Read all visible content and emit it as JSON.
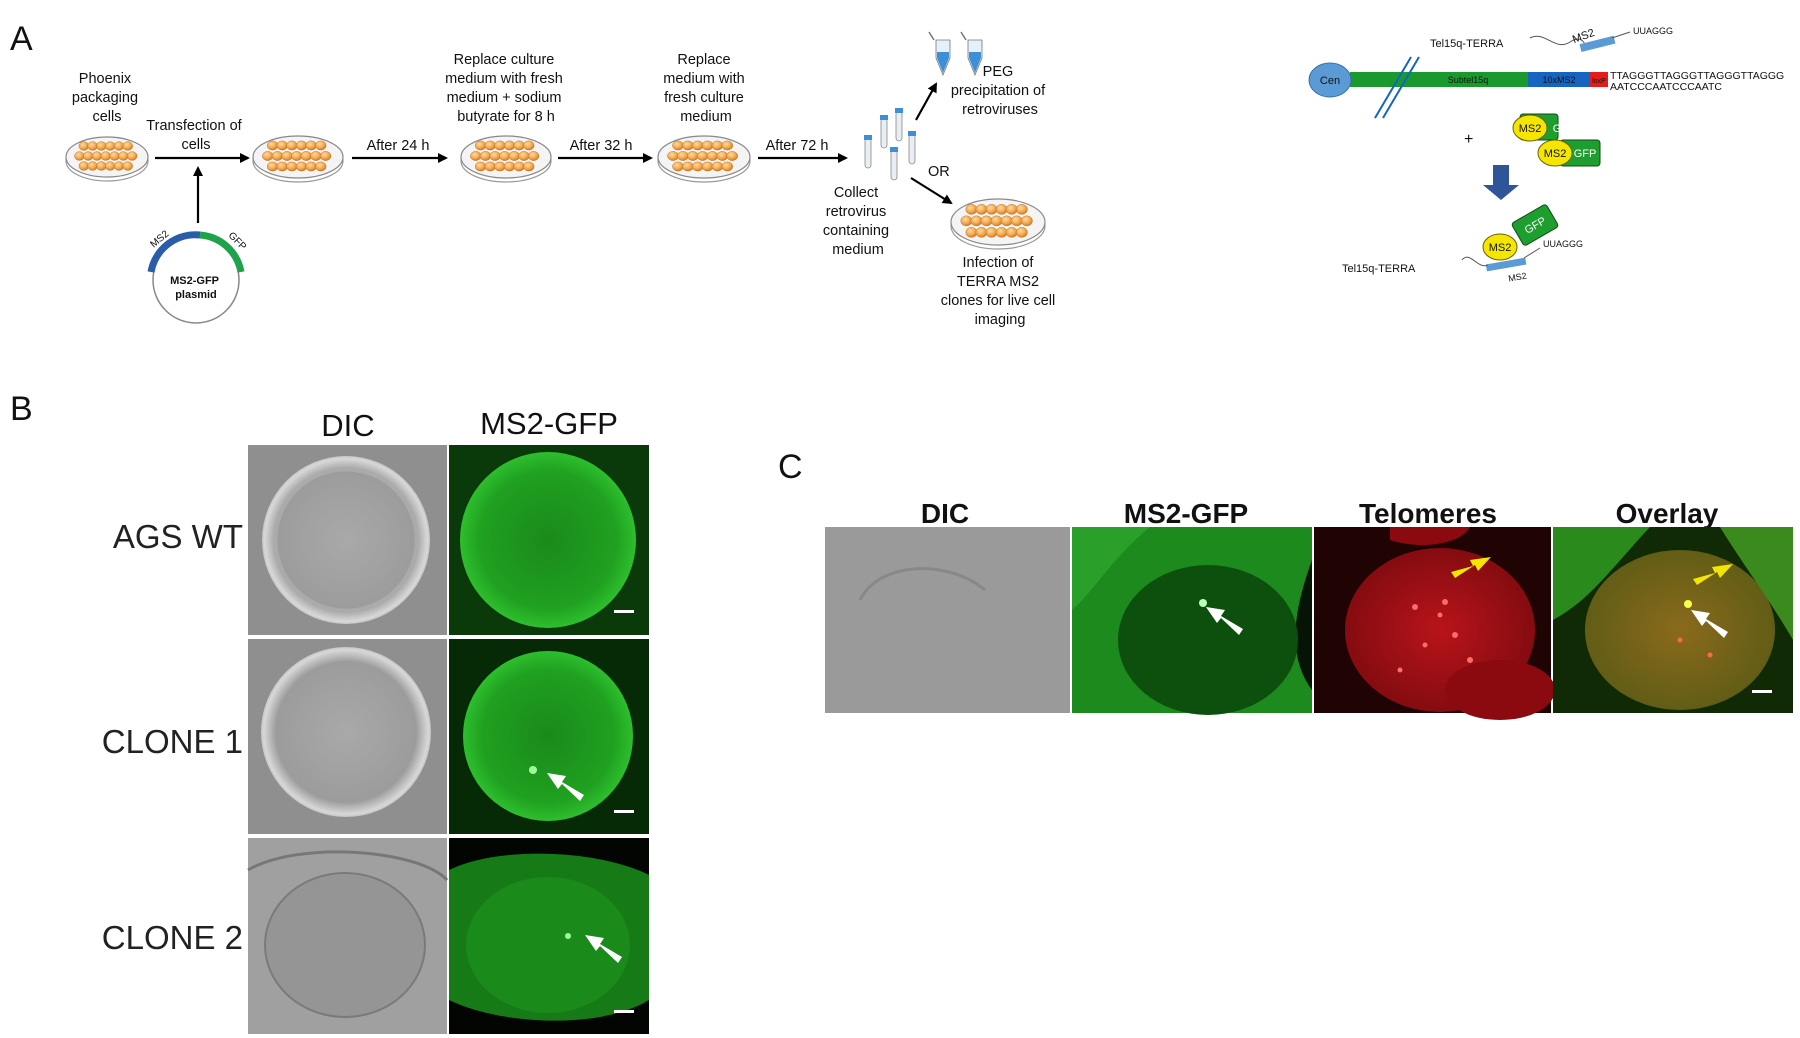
{
  "panels": {
    "a": "A",
    "b": "B",
    "c": "C"
  },
  "workflow": {
    "phoenix": [
      "Phoenix",
      "packaging",
      "cells"
    ],
    "transfection": [
      "Transfection of",
      "cells"
    ],
    "after24": "After 24 h",
    "replace_sodium": [
      "Replace culture",
      "medium with fresh",
      "medium + sodium",
      "butyrate for 8 h"
    ],
    "after32": "After 32 h",
    "replace_fresh": [
      "Replace",
      "medium with",
      "fresh culture",
      "medium"
    ],
    "after72": "After 72 h",
    "collect": [
      "Collect",
      "retrovirus",
      "containing",
      "medium"
    ],
    "peg": [
      "PEG",
      "precipitation of",
      "retroviruses"
    ],
    "or": "OR",
    "infection": [
      "Infection of",
      "TERRA MS2",
      "clones for live cell",
      "imaging"
    ],
    "plasmid": {
      "name": [
        "MS2-GFP",
        "plasmid"
      ],
      "ms2": "MS2",
      "gfp": "GFP"
    }
  },
  "construct": {
    "tel_terra_top": "Tel15q-TERRA",
    "ms2_top": "MS2",
    "uuaggg_top": "UUAGGG",
    "cen": "Cen",
    "subtel": "Subtel15q",
    "ms2x10": "10xMS2",
    "loxp": "loxP",
    "seq_top": "TTAGGGTTAGGGTTAGGGTTAGGG",
    "seq_bottom": "AATCCCAATCCCAATC",
    "plus": "+",
    "ms2_protein": "MS2",
    "gfp_protein": "GFP",
    "tel_terra_bottom": "Tel15q-TERRA",
    "ms2_bottom": "MS2",
    "uuaggg_bottom": "UUAGGG",
    "colors": {
      "chromosome": "#1a9a2e",
      "ms2_region": "#1565c0",
      "loxp": "#e31b1b",
      "cen": "#5b9bd5",
      "ms2_yellow": "#f5e600",
      "gfp_green": "#1f9e30",
      "arrow_blue": "#2e5597"
    }
  },
  "panel_b": {
    "headers": [
      "DIC",
      "MS2-GFP"
    ],
    "rows": [
      "AGS WT",
      "CLONE 1",
      "CLONE 2"
    ]
  },
  "panel_c": {
    "headers": [
      "DIC",
      "MS2-GFP",
      "Telomeres",
      "Overlay"
    ]
  }
}
